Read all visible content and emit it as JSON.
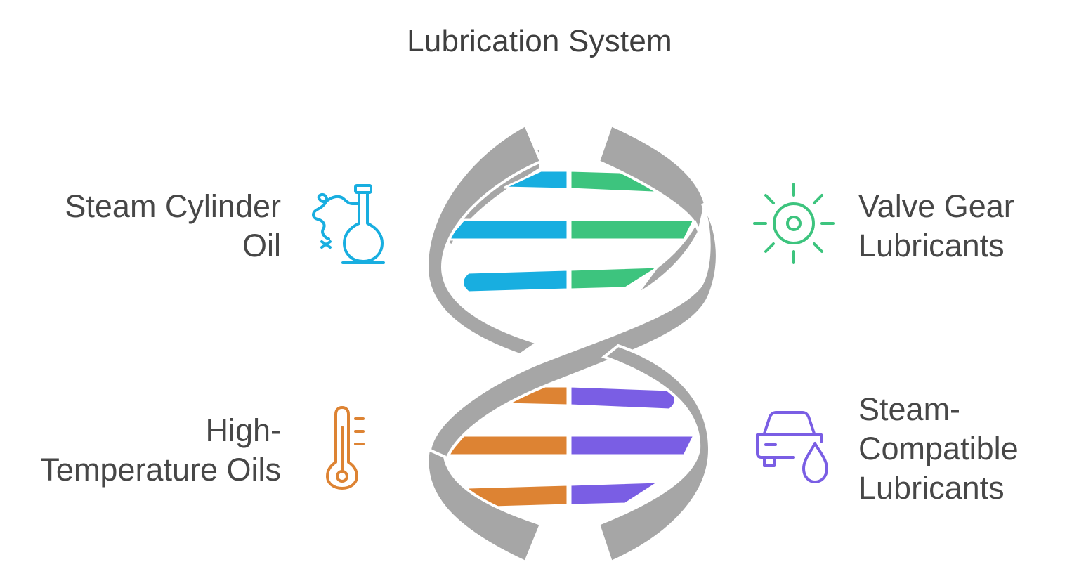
{
  "title": "Lubrication System",
  "colors": {
    "helix_gray": "#a6a6a6",
    "blue": "#18aee0",
    "green": "#3dc47e",
    "orange": "#dd8333",
    "purple": "#7a5ee4"
  },
  "items": {
    "top_left": {
      "lines": [
        "Steam Cylinder",
        "Oil"
      ],
      "icon": "chemistry-flask-icon"
    },
    "bottom_left": {
      "lines": [
        "High-",
        "Temperature Oils"
      ],
      "icon": "thermometer-icon"
    },
    "top_right": {
      "lines": [
        "Valve Gear",
        "Lubricants"
      ],
      "icon": "sun-gear-icon"
    },
    "bottom_right": {
      "lines": [
        "Steam-",
        "Compatible",
        "Lubricants"
      ],
      "icon": "car-oil-drop-icon"
    }
  }
}
